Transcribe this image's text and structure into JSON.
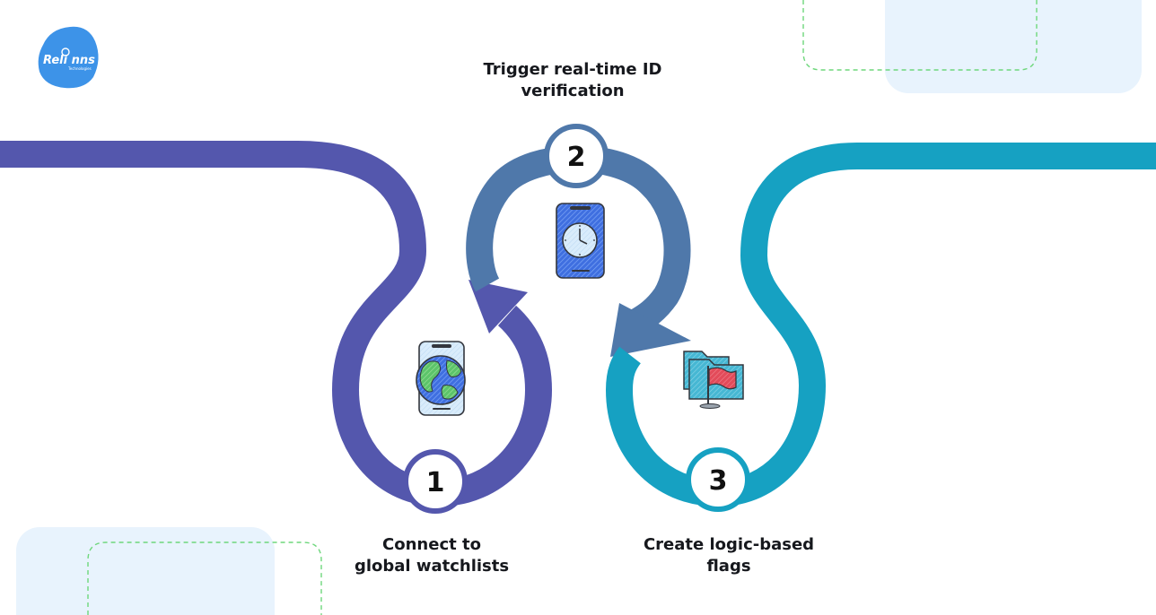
{
  "brand": {
    "logo_text": "Reli nns",
    "logo_subtext": "Technologies",
    "color": "#3d93e8"
  },
  "steps": [
    {
      "number": "1",
      "label_lines": [
        "Connect to",
        "global watchlists"
      ],
      "icon": "globe-phone-icon",
      "color": "#5457ad"
    },
    {
      "number": "2",
      "label_lines": [
        "Trigger real-time ID",
        "verification"
      ],
      "icon": "clock-phone-icon",
      "color": "#4f78aa"
    },
    {
      "number": "3",
      "label_lines": [
        "Create logic-based",
        "flags"
      ],
      "icon": "flag-folder-icon",
      "color": "#16a1c2"
    }
  ],
  "colors": {
    "decor_fill": "#e8f3fd",
    "decor_dash": "#6ed77c"
  }
}
